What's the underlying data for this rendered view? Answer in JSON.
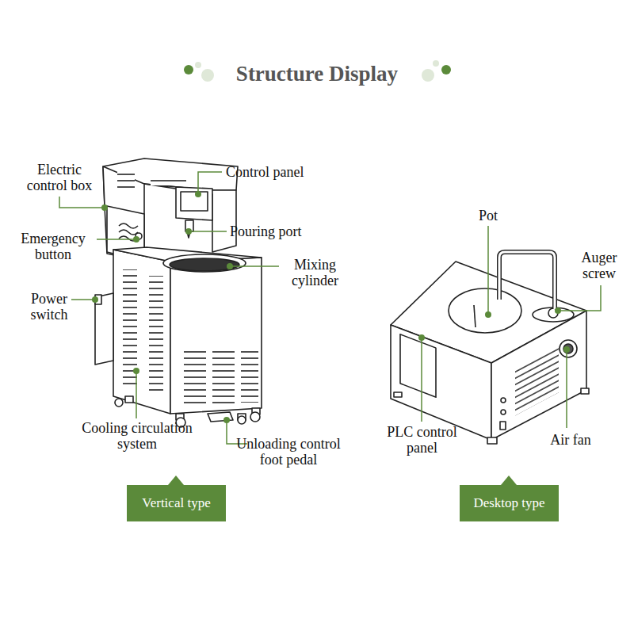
{
  "diagram": {
    "title": "Structure Display",
    "nodes": [
      {
        "text": [
          "Vertical type"
        ]
      },
      {
        "text": [
          "Desktop type"
        ]
      }
    ],
    "labels": [
      "Electric control box",
      "Control panel",
      "Emergency button",
      "Pouring port",
      "Mixing cylinder",
      "Power switch",
      "Cooling circulation system",
      "Unloading control foot pedal",
      "Pot",
      "Auger screw",
      "PLC control panel",
      "Air fan"
    ]
  }
}
